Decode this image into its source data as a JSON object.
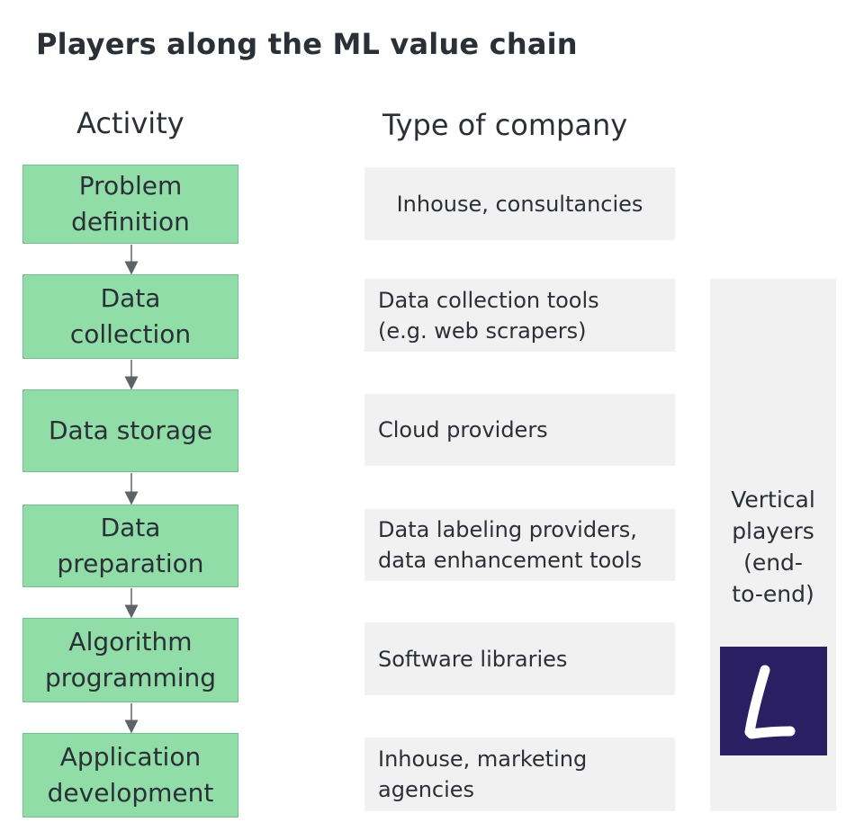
{
  "title": "Players along the ML value chain",
  "headers": {
    "activity": "Activity",
    "company": "Type of company"
  },
  "steps": [
    {
      "activity": "Problem\ndefinition",
      "company": "Inhouse, consultancies"
    },
    {
      "activity": "Data\ncollection",
      "company": "Data collection tools\n(e.g. web scrapers)"
    },
    {
      "activity": "Data storage",
      "company": "Cloud providers"
    },
    {
      "activity": "Data\npreparation",
      "company": "Data labeling providers,\ndata enhancement tools"
    },
    {
      "activity": "Algorithm\nprogramming",
      "company": "Software libraries"
    },
    {
      "activity": "Application\ndevelopment",
      "company": "Inhouse, marketing\nagencies"
    }
  ],
  "vertical": {
    "label": "Vertical\nplayers\n(end-\nto-end)",
    "logo_icon": "lettered-l-logo"
  },
  "colors": {
    "activity_fill": "#90dda8",
    "company_fill": "#f1f1f1",
    "logo_bg": "#2a1f63"
  }
}
